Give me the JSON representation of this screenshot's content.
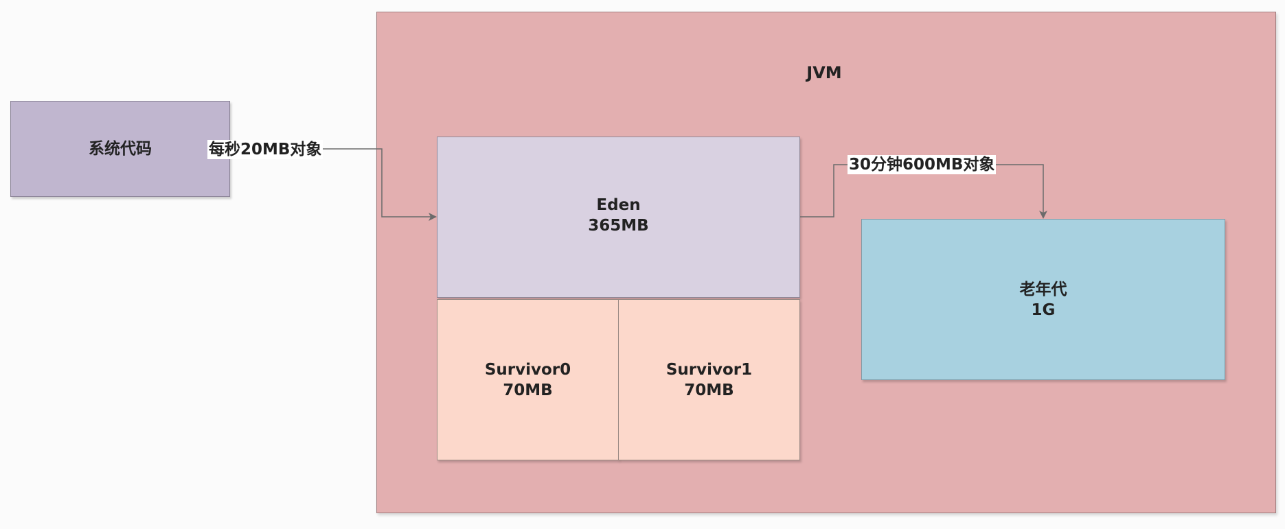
{
  "jvm": {
    "title": "JVM"
  },
  "system_code": {
    "label": "系统代码"
  },
  "eden": {
    "name": "Eden",
    "size": "365MB"
  },
  "survivor0": {
    "name": "Survivor0",
    "size": "70MB"
  },
  "survivor1": {
    "name": "Survivor1",
    "size": "70MB"
  },
  "old_gen": {
    "name": "老年代",
    "size": "1G"
  },
  "edges": {
    "system_to_eden": "每秒20MB对象",
    "eden_to_old": "30分钟600MB对象"
  },
  "colors": {
    "jvm_bg": "#e3afb0",
    "system_code_bg": "#c0b6cf",
    "eden_bg": "#d9d1e1",
    "survivor_bg": "#fcd8cb",
    "old_gen_bg": "#a8d1e0",
    "connector": "#6b6b6b"
  }
}
